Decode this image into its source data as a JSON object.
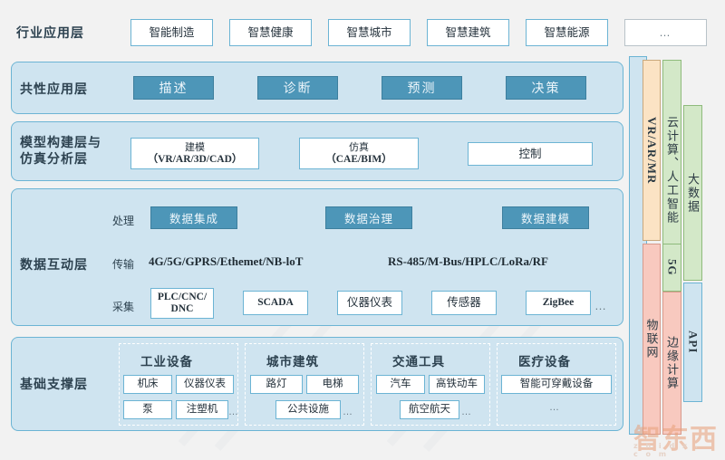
{
  "diagram": {
    "title": "Industrial Digital Twin Layered Architecture",
    "colors": {
      "page_bg": "#f2f2f2",
      "panel_bg": "#cfe4f0",
      "panel_border": "#6cb4d4",
      "chip_bg": "#ffffff",
      "btn_solid": "#4d96b8",
      "vbar_tan": "#fbe3c4",
      "vbar_green": "#d3e8c8",
      "vbar_pink": "#f8c9bf",
      "vbar_blue": "#cfe4f0",
      "text_dark": "#2d4250"
    },
    "watermark": {
      "logo": "智东西",
      "sub": "z h i d x . c o m"
    },
    "layers": [
      {
        "id": "industry",
        "label": "行业应用层",
        "items": [
          "智能制造",
          "智慧健康",
          "智慧城市",
          "智慧建筑",
          "智慧能源",
          "…"
        ]
      },
      {
        "id": "common",
        "label": "共性应用层",
        "items": [
          "描述",
          "诊断",
          "预测",
          "决策"
        ]
      },
      {
        "id": "model",
        "label_line1": "模型构建层与",
        "label_line2": "仿真分析层",
        "items": [
          {
            "line1": "建模",
            "line2": "（VR/AR/3D/CAD）"
          },
          {
            "line1": "仿真",
            "line2": "（CAE/BIM）"
          },
          {
            "line1": "控制",
            "line2": ""
          }
        ]
      },
      {
        "id": "data",
        "label": "数据互动层",
        "rows": [
          {
            "row_label": "处理",
            "items": [
              "数据集成",
              "数据治理",
              "数据建模"
            ]
          },
          {
            "row_label": "传输",
            "protocols": [
              "4G/5G/GPRS/Ethemet/NB-loT",
              "RS-485/M-Bus/HPLC/LoRa/RF"
            ]
          },
          {
            "row_label": "采集",
            "items": [
              "PLC/CNC/\nDNC",
              "SCADA",
              "仪器仪表",
              "传感器",
              "ZigBee"
            ],
            "trailing": "…"
          }
        ]
      },
      {
        "id": "base",
        "label": "基础支撑层",
        "groups": [
          {
            "title": "工业设备",
            "row1": [
              "机床",
              "仪器仪表"
            ],
            "row2": [
              "泵",
              "注塑机"
            ],
            "trailing": "…"
          },
          {
            "title": "城市建筑",
            "row1": [
              "路灯",
              "电梯"
            ],
            "row2": [
              "公共设施"
            ],
            "trailing": "…"
          },
          {
            "title": "交通工具",
            "row1": [
              "汽车",
              "高铁动车"
            ],
            "row2": [
              "航空航天"
            ],
            "trailing": "…"
          },
          {
            "title": "医疗设备",
            "row1": [
              "智能可穿戴设备"
            ],
            "row2": [],
            "trailing": "…"
          }
        ]
      }
    ],
    "side_bars": {
      "upper": [
        {
          "label": "VR/AR/MR",
          "script": "latin",
          "color": "#fbe3c4"
        },
        {
          "label": "云计算、人工智能",
          "script": "cjk",
          "color": "#d3e8c8"
        },
        {
          "label": "大数据",
          "script": "cjk",
          "color": "#d3e8c8"
        }
      ],
      "lower": [
        {
          "label": "物联网",
          "script": "cjk",
          "color": "#f8c9bf"
        },
        {
          "label": "5G",
          "script": "latin",
          "color": "#d3e8c8"
        },
        {
          "label": "边缘计算",
          "script": "cjk",
          "color": "#f8c9bf"
        },
        {
          "label": "API",
          "script": "latin",
          "color": "#cfe4f0"
        }
      ]
    }
  }
}
